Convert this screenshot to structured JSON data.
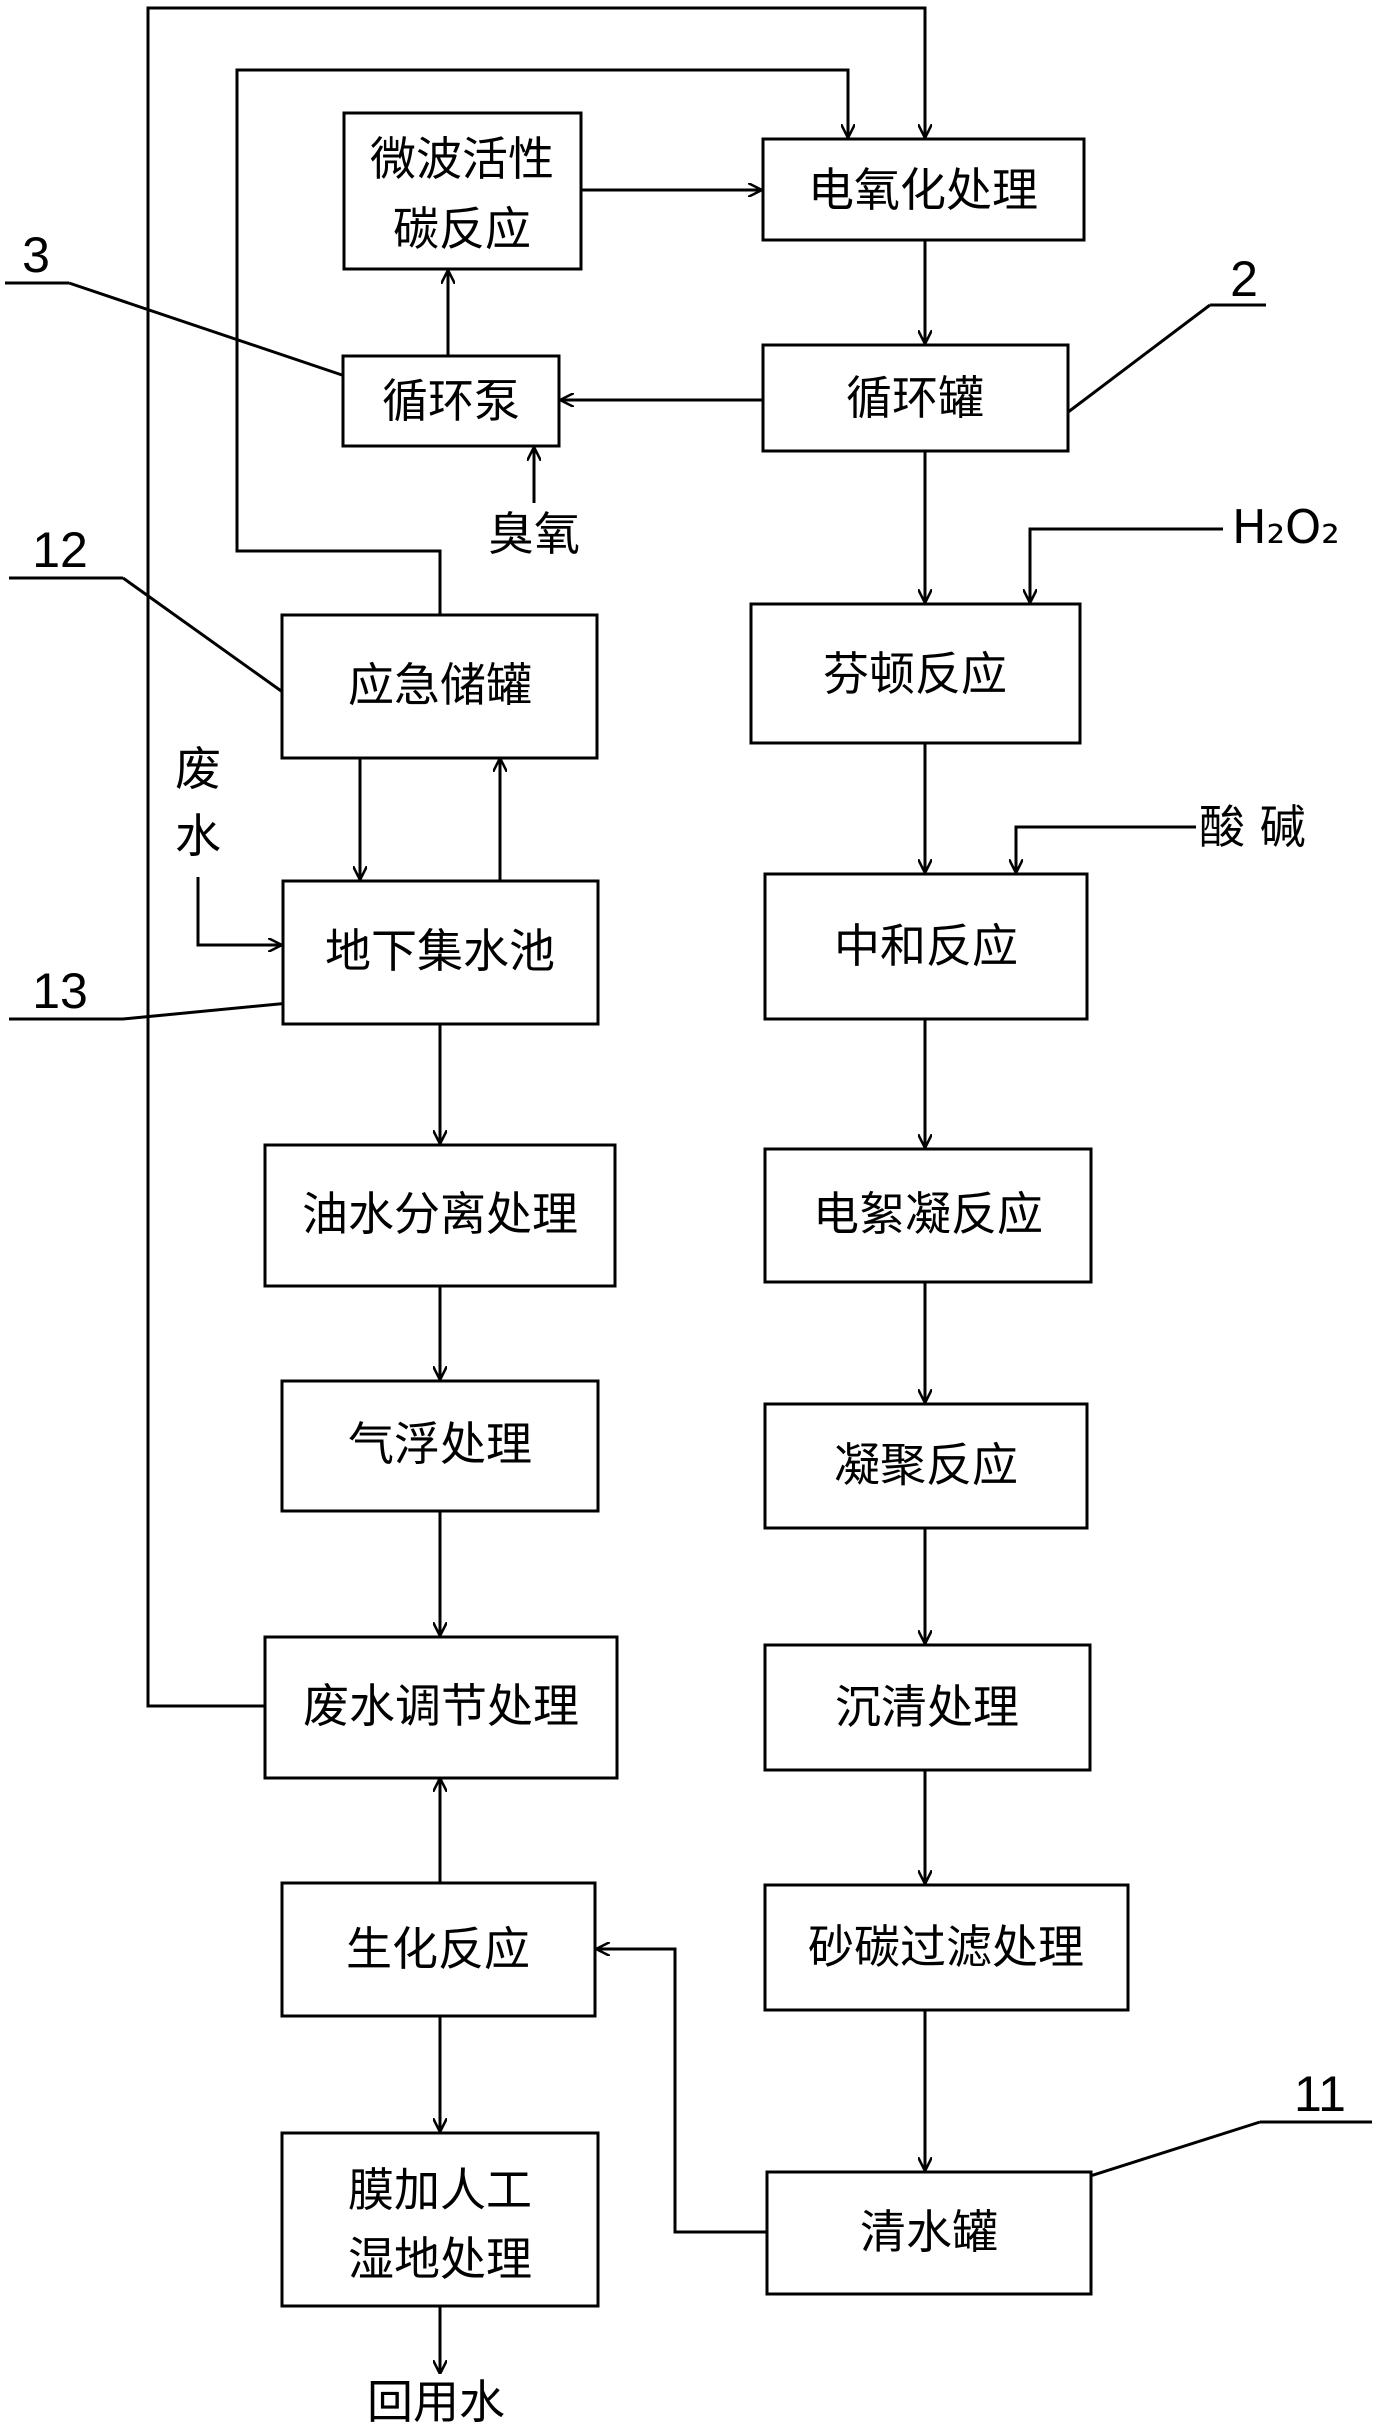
{
  "boxes": {
    "microwave": [
      "微波活性",
      "碳反应"
    ],
    "electro_ox": "电氧化处理",
    "pump": "循环泵",
    "tank": "循环罐",
    "fenton": "芬顿反应",
    "emergency": "应急储罐",
    "neutral": "中和反应",
    "sump": "地下集水池",
    "oilwater": "油水分离处理",
    "electrofloc": "电絮凝反应",
    "flotation": "气浮处理",
    "coag": "凝聚反应",
    "adjust": "废水调节处理",
    "settle": "沉清处理",
    "bio": "生化反应",
    "sandcarbon": "砂碳过滤处理",
    "membrane": [
      "膜加人工",
      "湿地处理"
    ],
    "clearwater": "清水罐"
  },
  "labels": {
    "ozone": "臭氧",
    "h2o2": "H₂O₂",
    "acid_base": "酸 碱",
    "wastewater": [
      "废",
      "水"
    ],
    "reuse": "回用水"
  },
  "refs": {
    "r3": "3",
    "r2": "2",
    "r12": "12",
    "r13": "13",
    "r11": "11"
  }
}
